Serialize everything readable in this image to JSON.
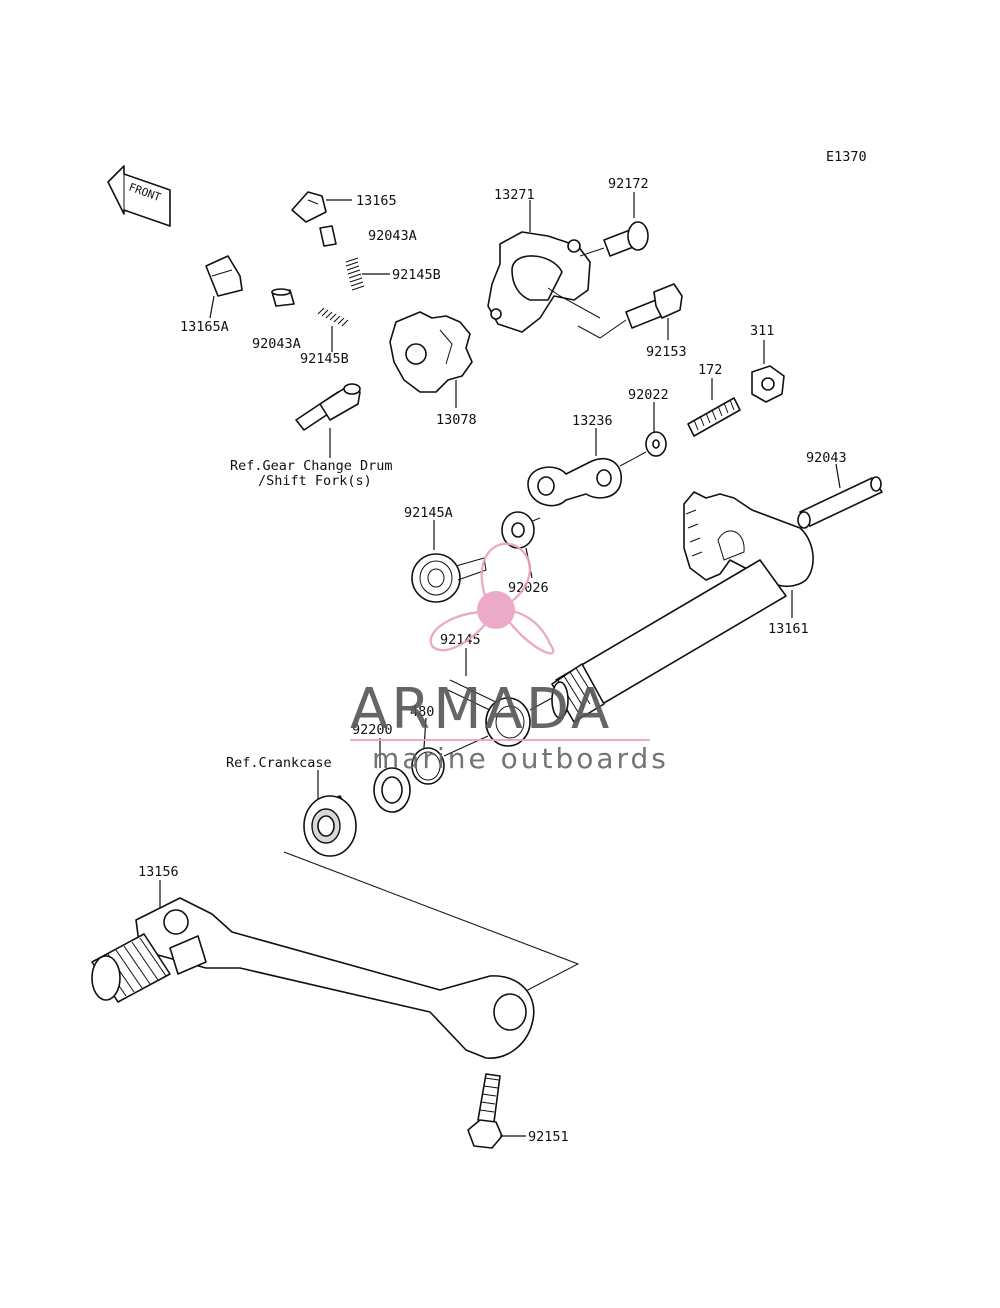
{
  "diagram_code": "E1370",
  "front_label": "FRONT",
  "parts": {
    "p13165": "13165",
    "p92043A_top": "92043A",
    "p92145B_top": "92145B",
    "p13165A": "13165A",
    "p92043A_left": "92043A",
    "p92145B_left": "92145B",
    "p13271": "13271",
    "p92172": "92172",
    "p92153": "92153",
    "p13078": "13078",
    "p311": "311",
    "p172": "172",
    "p92022": "92022",
    "p13236": "13236",
    "p92043": "92043",
    "p92145A": "92145A",
    "p92026": "92026",
    "p13161": "13161",
    "p92145": "92145",
    "p92200": "92200",
    "p480": "480",
    "p13156": "13156",
    "p92151": "92151"
  },
  "references": {
    "gear_change_line1": "Ref.Gear Change Drum",
    "gear_change_line2": "/Shift Fork(s)",
    "crankcase": "Ref.Crankcase"
  },
  "watermark": {
    "brand": "ARMADA",
    "tagline": "marine outboards",
    "accent_color": "#e9a3c3",
    "text_color": "#555555"
  }
}
